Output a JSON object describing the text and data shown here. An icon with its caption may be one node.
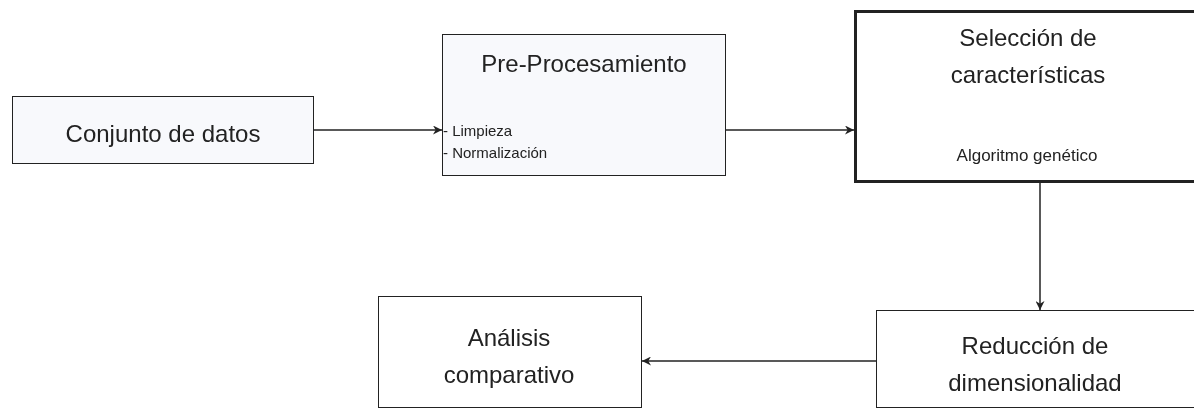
{
  "diagram": {
    "nodes": [
      {
        "text": [
          "Conjunto de datos"
        ]
      },
      {
        "text": [
          "Pre-Procesamiento",
          "- Limpieza",
          "- Normalización"
        ]
      },
      {
        "text": [
          "Selección de características",
          "Algoritmo genético"
        ]
      },
      {
        "text": [
          "Reducción de dimensionalidad"
        ]
      },
      {
        "text": [
          "Análisis comparativo"
        ]
      }
    ],
    "edges": [
      {
        "from": 0,
        "to": 1,
        "arrow": "to"
      },
      {
        "from": 1,
        "to": 2,
        "arrow": "to"
      },
      {
        "from": 2,
        "to": 3,
        "arrow": "to"
      },
      {
        "from": 3,
        "to": 4,
        "arrow": "to"
      }
    ]
  }
}
